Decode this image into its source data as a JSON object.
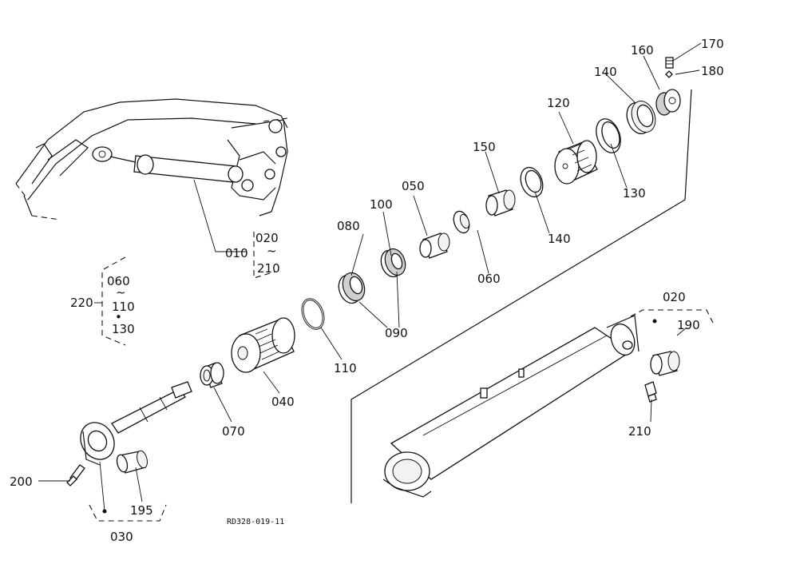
{
  "diagram": {
    "drawing_code": "RD328-019-11",
    "labels": {
      "p010": "010",
      "p020_top": "020",
      "tilde_top": "~",
      "p210_top": "210",
      "p220": "220",
      "p060_group": "060",
      "tilde_group": "~",
      "p110_group": "110",
      "dot_group": "•",
      "p130_group": "130",
      "p030": "030",
      "p040": "040",
      "p050": "050",
      "p060": "060",
      "p070": "070",
      "p080": "080",
      "p090": "090",
      "p100": "100",
      "p110": "110",
      "p120": "120",
      "p130": "130",
      "p140_a": "140",
      "p140_b": "140",
      "p150": "150",
      "p160": "160",
      "p170": "170",
      "p180": "180",
      "p190": "190",
      "p195": "195",
      "p200": "200",
      "p210": "210",
      "p020": "020"
    }
  }
}
